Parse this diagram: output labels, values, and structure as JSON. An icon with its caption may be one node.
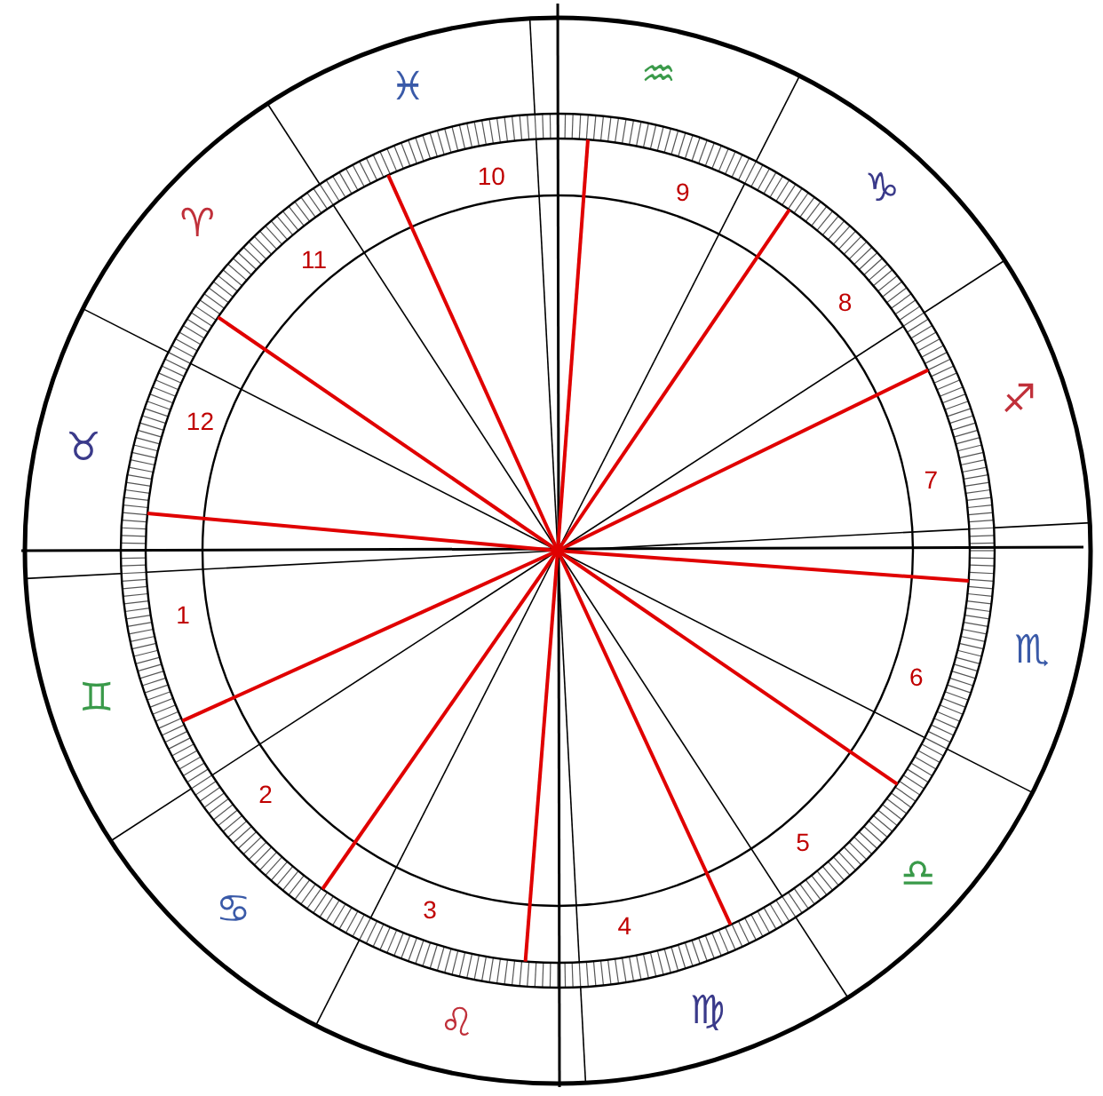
{
  "diagram": {
    "labels": [
      "♈",
      "♉",
      "♊",
      "♋",
      "♌",
      "♍",
      "♎",
      "♏",
      "♐",
      "♑",
      "♒",
      "♓",
      "1",
      "2",
      "3",
      "4",
      "5",
      "6",
      "7",
      "8",
      "9",
      "10",
      "11",
      "12"
    ]
  }
}
